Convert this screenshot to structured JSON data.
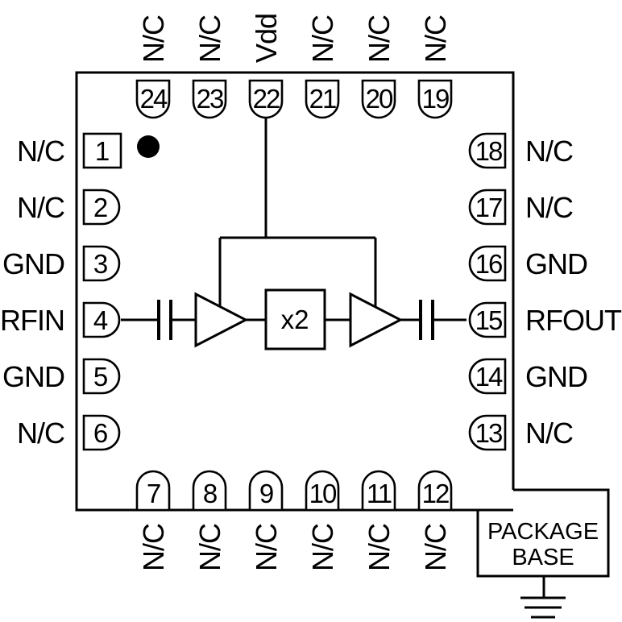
{
  "pins": {
    "top": [
      {
        "number": "24",
        "label": "N/C"
      },
      {
        "number": "23",
        "label": "N/C"
      },
      {
        "number": "22",
        "label": "Vdd"
      },
      {
        "number": "21",
        "label": "N/C"
      },
      {
        "number": "20",
        "label": "N/C"
      },
      {
        "number": "19",
        "label": "N/C"
      }
    ],
    "left": [
      {
        "number": "1",
        "label": "N/C"
      },
      {
        "number": "2",
        "label": "N/C"
      },
      {
        "number": "3",
        "label": "GND"
      },
      {
        "number": "4",
        "label": "RFIN"
      },
      {
        "number": "5",
        "label": "GND"
      },
      {
        "number": "6",
        "label": "N/C"
      }
    ],
    "right": [
      {
        "number": "18",
        "label": "N/C"
      },
      {
        "number": "17",
        "label": "N/C"
      },
      {
        "number": "16",
        "label": "GND"
      },
      {
        "number": "15",
        "label": "RFOUT"
      },
      {
        "number": "14",
        "label": "GND"
      },
      {
        "number": "13",
        "label": "N/C"
      }
    ],
    "bottom": [
      {
        "number": "7",
        "label": "N/C"
      },
      {
        "number": "8",
        "label": "N/C"
      },
      {
        "number": "9",
        "label": "N/C"
      },
      {
        "number": "10",
        "label": "N/C"
      },
      {
        "number": "11",
        "label": "N/C"
      },
      {
        "number": "12",
        "label": "N/C"
      }
    ]
  },
  "circuit": {
    "multiplier_label": "x2"
  },
  "package_base": {
    "line1": "PACKAGE",
    "line2": "BASE"
  },
  "colors": {
    "line": "#000000",
    "background": "#ffffff"
  }
}
